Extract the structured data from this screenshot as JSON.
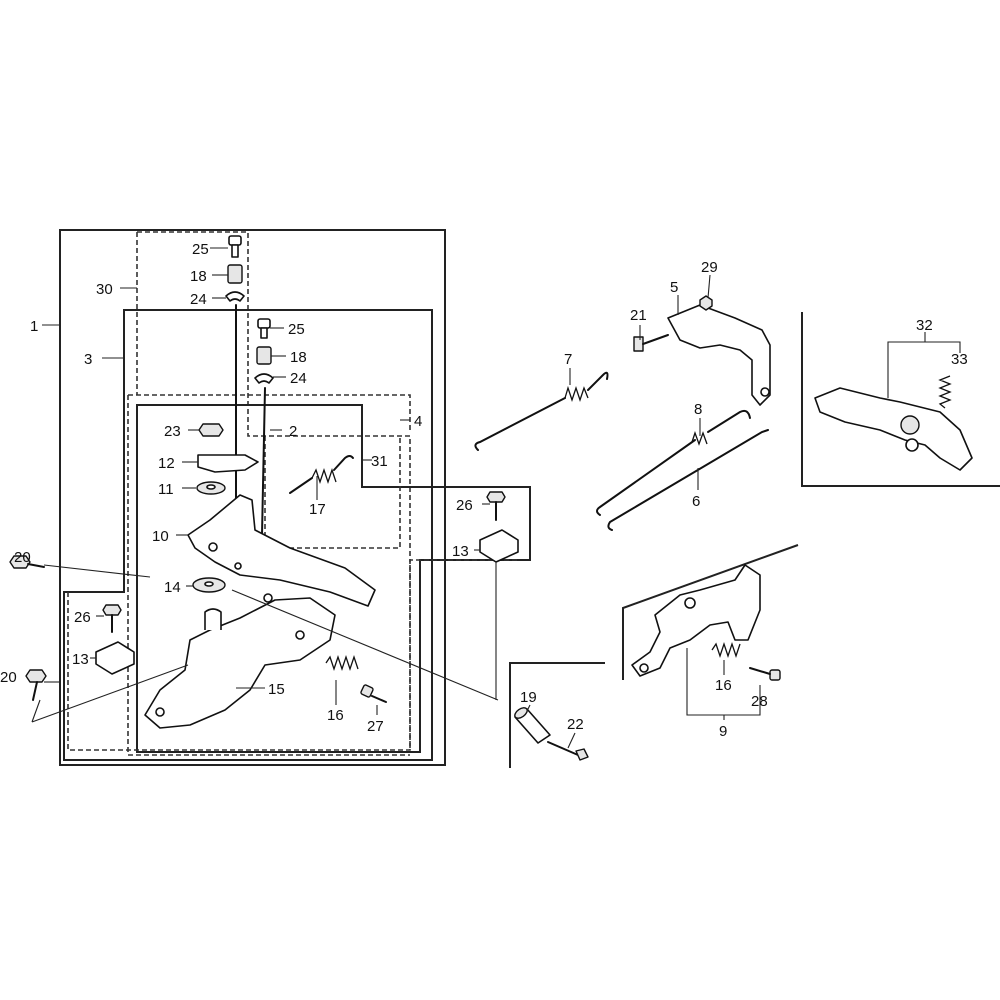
{
  "diagram": {
    "callouts": {
      "p1": "1",
      "p2": "2",
      "p3": "3",
      "p4": "4",
      "p5": "5",
      "p6": "6",
      "p7": "7",
      "p8": "8",
      "p9": "9",
      "p10": "10",
      "p11": "11",
      "p12": "12",
      "p13a": "13",
      "p13b": "13",
      "p14": "14",
      "p15": "15",
      "p16a": "16",
      "p16b": "16",
      "p17": "17",
      "p18a": "18",
      "p18b": "18",
      "p19": "19",
      "p20a": "20",
      "p20b": "20",
      "p21": "21",
      "p22": "22",
      "p23": "23",
      "p24a": "24",
      "p24b": "24",
      "p25a": "25",
      "p25b": "25",
      "p26a": "26",
      "p26b": "26",
      "p27": "27",
      "p28": "28",
      "p29": "29",
      "p30": "30",
      "p31": "31",
      "p32": "32",
      "p33": "33"
    }
  }
}
